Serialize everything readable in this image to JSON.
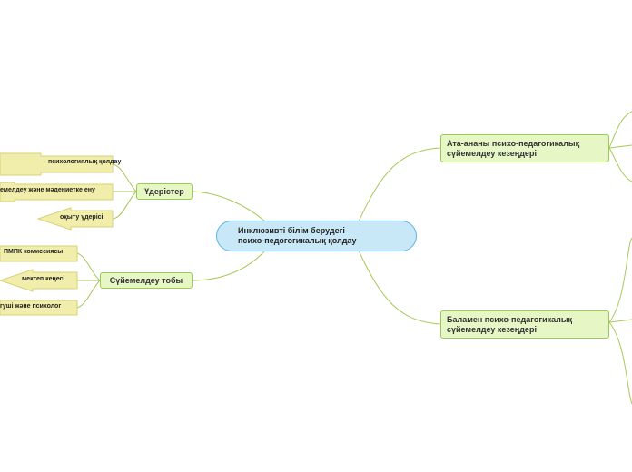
{
  "center": {
    "line1": "Инклюзивті білім берудегі",
    "line2": "психо-педогогикалық қолдау"
  },
  "right_top": {
    "line1": "Ата-ананы психо-педагогикалық",
    "line2": "сүйемелдеу кезеңдері"
  },
  "right_bottom": {
    "line1": "Баламен психо-педагогикалық",
    "line2": "сүйемелдеу кезеңдері"
  },
  "left_top": {
    "label": "Үдерістер",
    "leaves": [
      "психологиялық қолдау",
      "емелдеу және мәдениетке ену",
      "оқыту үдерісі"
    ]
  },
  "left_bottom": {
    "label": "Сүйемелдеу тобы",
    "leaves": [
      "ПМПК комиссиясы",
      "мектеп кеңесі",
      "гуші және психолог"
    ]
  },
  "colors": {
    "line": "#a8c85a",
    "center_fill": "#c8e8f8",
    "center_border": "#5bb6df",
    "main_fill": "#e6f6c4",
    "main_border": "#9acc52",
    "leaf_fill": "#f0eeaa",
    "leaf_border": "#d8d27a"
  }
}
